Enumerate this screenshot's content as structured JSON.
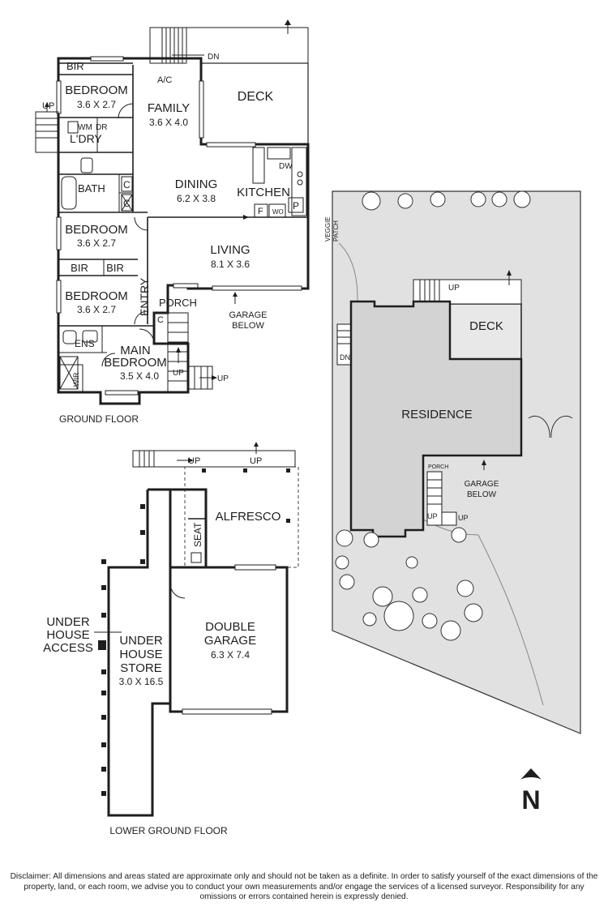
{
  "rooms": {
    "bir_top": "BIR",
    "bedroom1": "BEDROOM",
    "bedroom1_dim": "3.6 X 2.7",
    "ac": "A/C",
    "family": "FAMILY",
    "family_dim": "3.6 X 4.0",
    "deck": "DECK",
    "dn": "DN",
    "up_left": "UP",
    "wm": "WM",
    "dr": "DR",
    "ldry": "L'DRY",
    "bath": "BATH",
    "c": "C",
    "dining": "DINING",
    "dining_dim": "6.2 X 3.8",
    "kitchen": "KITCHEN",
    "dw": "DW",
    "p": "P",
    "f": "F",
    "wo": "WO",
    "bedroom2": "BEDROOM",
    "bedroom2_dim": "3.6 X 2.7",
    "living": "LIVING",
    "living_dim": "8.1 X 3.6",
    "bir": "BIR",
    "bedroom3": "BEDROOM",
    "bedroom3_dim": "3.6 X 2.7",
    "entry": "ENTRY",
    "porch": "PORCH",
    "garage_below_1": "GARAGE",
    "garage_below_2": "BELOW",
    "ens": "ENS",
    "main_bedroom_1": "MAIN",
    "main_bedroom_2": "BEDROOM",
    "main_bedroom_dim": "3.5 X 4.0",
    "wir": "WIR",
    "up": "UP"
  },
  "lower": {
    "up": "UP",
    "alfresco": "ALFRESCO",
    "seat": "SEAT",
    "under_house_access_1": "UNDER",
    "under_house_access_2": "HOUSE",
    "under_house_access_3": "ACCESS",
    "store_1": "UNDER",
    "store_2": "HOUSE",
    "store_3": "STORE",
    "store_dim": "3.0 X 16.5",
    "garage_1": "DOUBLE",
    "garage_2": "GARAGE",
    "garage_dim": "6.3 X 7.4"
  },
  "site": {
    "veggie_1": "VEGGIE",
    "veggie_2": "PATCH",
    "up": "UP",
    "deck": "DECK",
    "dn": "DN",
    "residence": "RESIDENCE",
    "porch": "PORCH",
    "garage_below_1": "GARAGE",
    "garage_below_2": "BELOW"
  },
  "captions": {
    "ground_floor": "GROUND FLOOR",
    "lower_ground_floor": "LOWER GROUND FLOOR"
  },
  "compass": {
    "north": "N"
  },
  "disclaimer": "Disclaimer: All dimensions and areas stated are approximate only and should not be taken as a definite. In order to satisfy yourself of the exact dimensions of the property, land, or each room, we advise you to conduct your own measurements and/or engage the services of a licensed surveyor. Responsibility for any omissions or errors contained herein is expressly denied.",
  "colors": {
    "site_fill": "#e1e1e1",
    "residence_fill": "#d3d3d3",
    "ink": "#1e1e1e"
  }
}
